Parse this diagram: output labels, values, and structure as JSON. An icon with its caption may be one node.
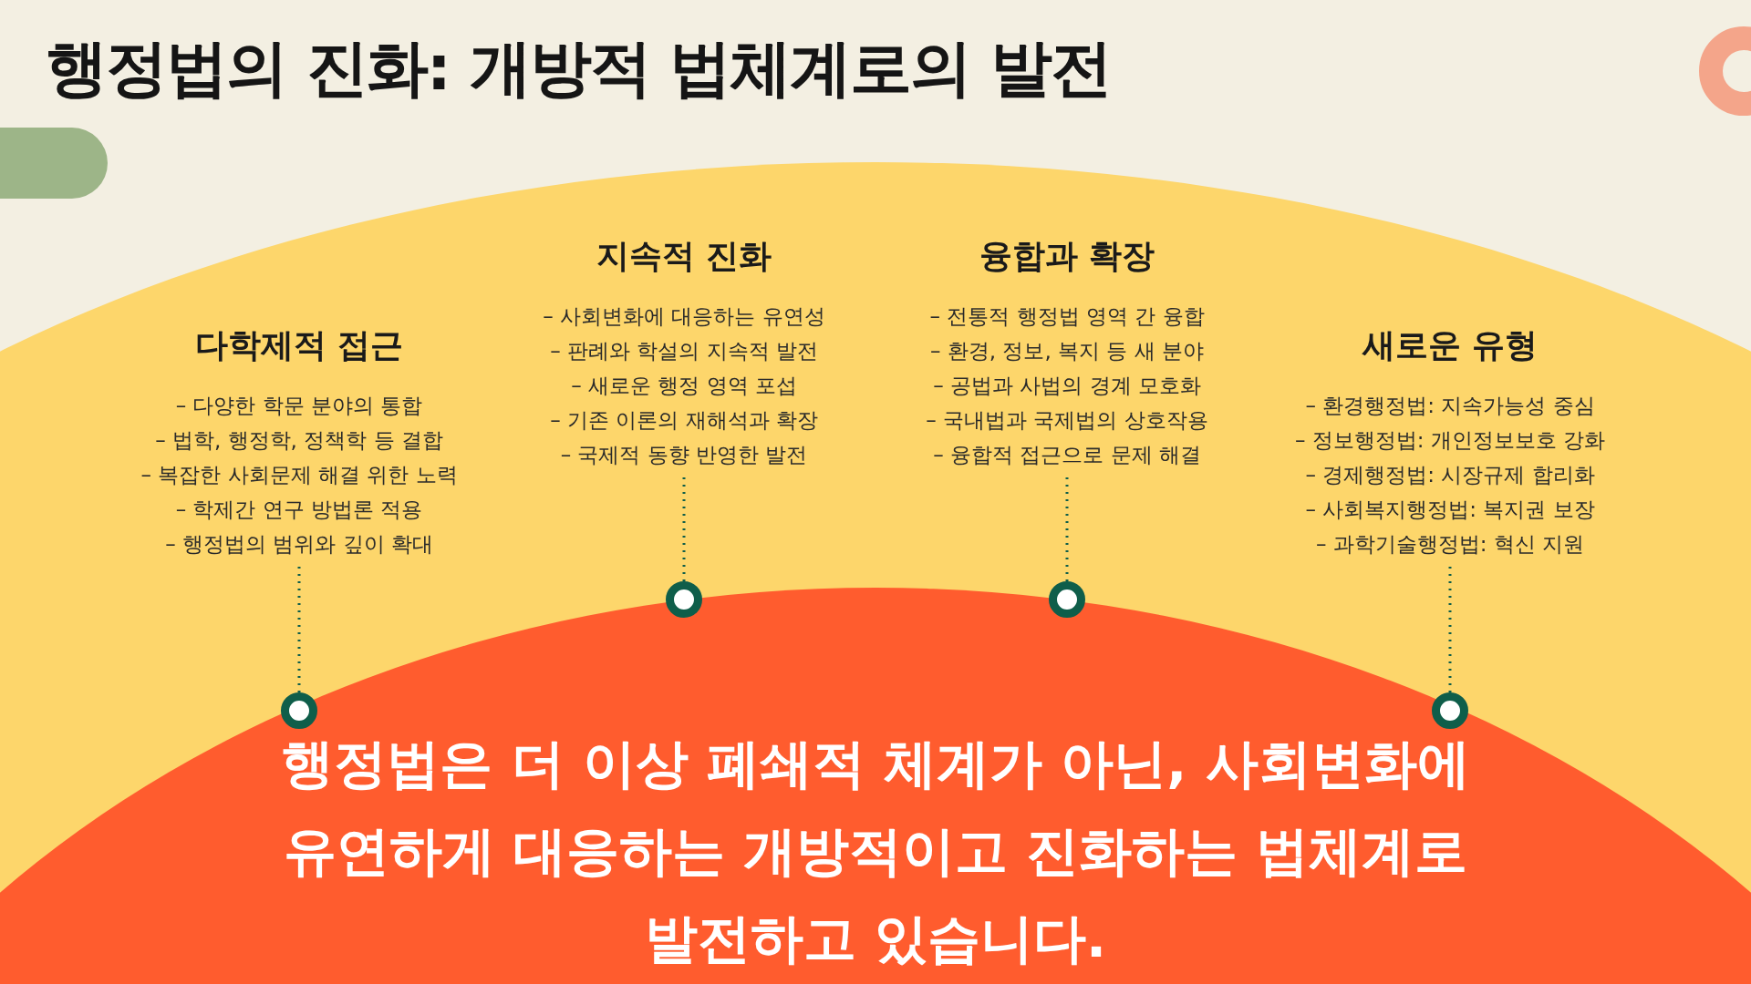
{
  "diagram": {
    "title": "행정법의 진화: 개방적 법체계로의 발전",
    "nodes": [
      {
        "text": [
          "다학제적 접근",
          "– 다양한 학문 분야의 통합",
          "– 법학, 행정학, 정책학 등 결합",
          "– 복잡한 사회문제 해결 위한 노력",
          "– 학제간 연구 방법론 적용",
          "– 행정법의 범위와 깊이 확대"
        ]
      },
      {
        "text": [
          "지속적 진화",
          "– 사회변화에 대응하는 유연성",
          "– 판례와 학설의 지속적 발전",
          "– 새로운 행정 영역 포섭",
          "– 기존 이론의 재해석과 확장",
          "– 국제적 동향 반영한 발전"
        ]
      },
      {
        "text": [
          "융합과 확장",
          "– 전통적 행정법 영역 간 융합",
          "– 환경, 정보, 복지 등 새 분야",
          "– 공법과 사법의 경계 모호화",
          "– 국내법과 국제법의 상호작용",
          "– 융합적 접근으로 문제 해결"
        ]
      },
      {
        "text": [
          "새로운 유형",
          "– 환경행정법: 지속가능성 중심",
          "– 정보행정법: 개인정보보호 강화",
          "– 경제행정법: 시장규제 합리화",
          "– 사회복지행정법: 복지권 보장",
          "– 과학기술행정법: 혁신 지원"
        ]
      },
      {
        "text": [],
        "shape": "circle"
      },
      {
        "text": [],
        "shape": "circle"
      },
      {
        "text": [],
        "shape": "circle"
      },
      {
        "text": [],
        "shape": "circle"
      }
    ],
    "edges": [
      {
        "from": 4,
        "to": 0,
        "arrow": "none",
        "style": "dashed"
      },
      {
        "from": 5,
        "to": 1,
        "arrow": "none",
        "style": "dashed"
      },
      {
        "from": 6,
        "to": 2,
        "arrow": "none",
        "style": "dashed"
      },
      {
        "from": 7,
        "to": 3,
        "arrow": "none",
        "style": "dashed"
      }
    ],
    "labels": [
      "행정법은 더 이상 폐쇄적 체계가 아닌, 사회변화에 유연하게 대응하는 개방적이고 진화하는 법체계로 발전하고 있습니다."
    ]
  }
}
